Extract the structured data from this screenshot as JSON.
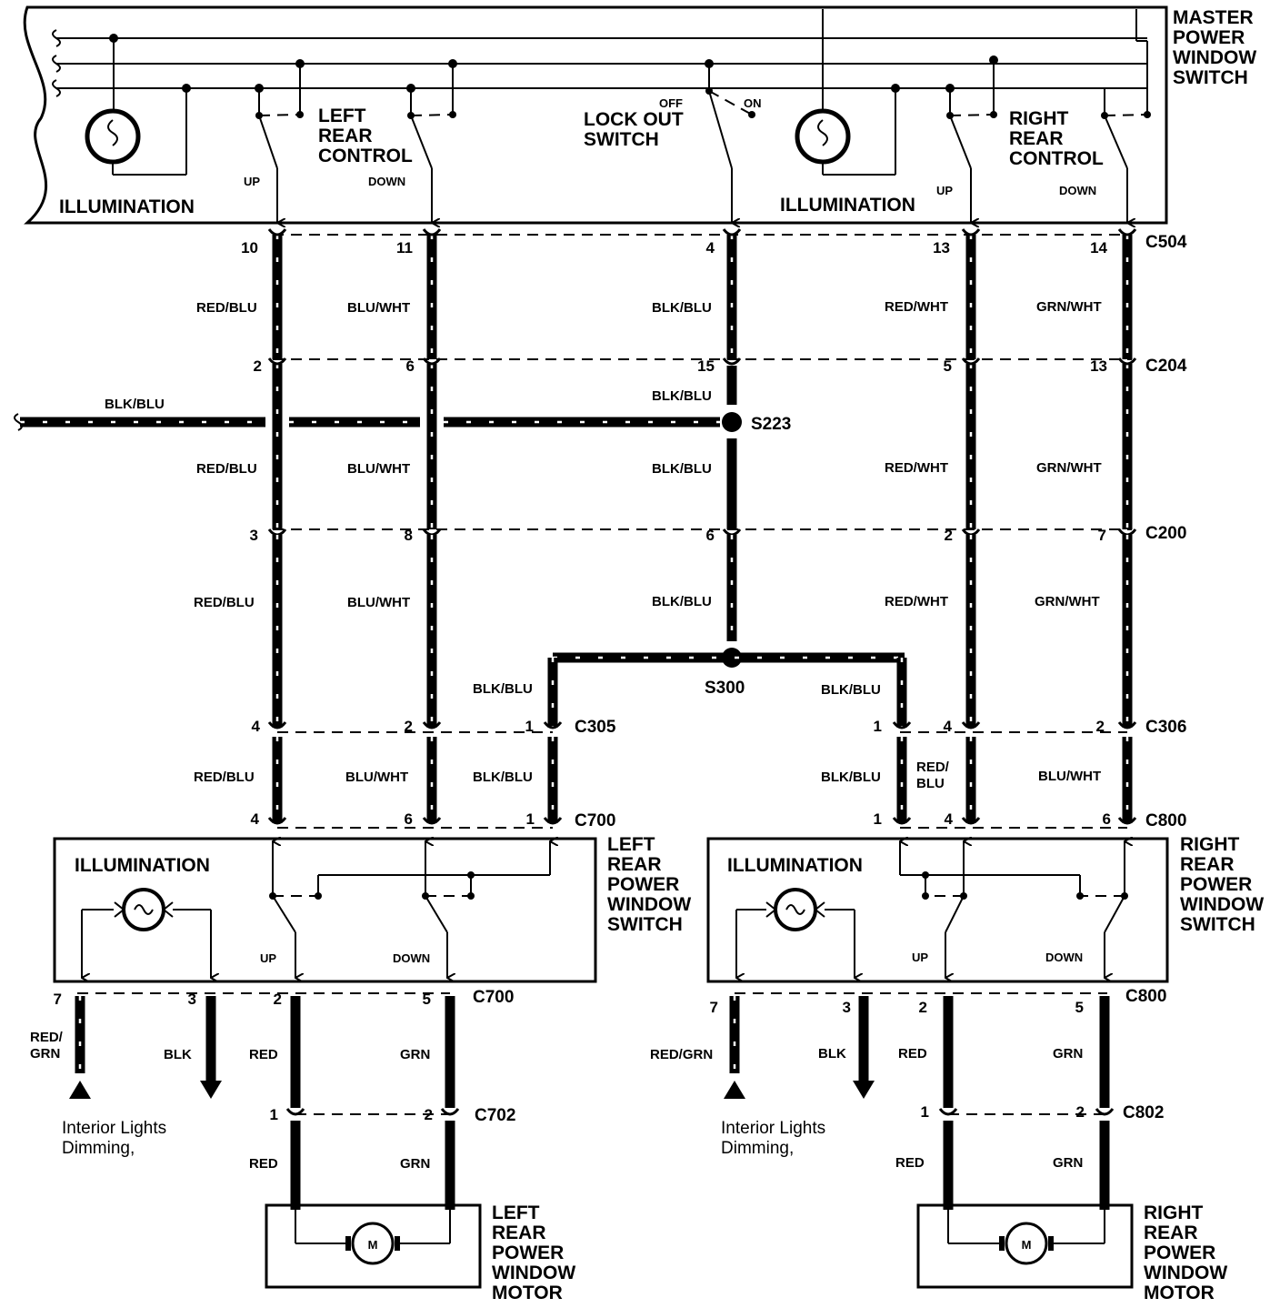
{
  "components": {
    "master_switch": "MASTER\nPOWER\nWINDOW\nSWITCH",
    "left_rear_control": "LEFT\nREAR\nCONTROL",
    "right_rear_control": "RIGHT\nREAR\nCONTROL",
    "lock_out_switch": "LOCK OUT\nSWITCH",
    "lock_off": "OFF",
    "lock_on": "ON",
    "illumination": "ILLUMINATION",
    "up": "UP",
    "down": "DOWN",
    "left_rear_switch": "LEFT\nREAR\nPOWER\nWINDOW\nSWITCH",
    "right_rear_switch": "RIGHT\nREAR\nPOWER\nWINDOW\nSWITCH",
    "left_rear_motor": "LEFT\nREAR\nPOWER\nWINDOW\nMOTOR",
    "right_rear_motor": "RIGHT\nREAR\nPOWER\nWINDOW\nMOTOR",
    "motor_symbol": "M",
    "interior_lights": "Interior Lights\nDimming,"
  },
  "connectors": {
    "C504": "C504",
    "C204": "C204",
    "C200": "C200",
    "C305": "C305",
    "C306": "C306",
    "C700": "C700",
    "C800": "C800",
    "C702": "C702",
    "C802": "C802"
  },
  "splices": {
    "S223": "S223",
    "S300": "S300"
  },
  "wires": {
    "red_blu": "RED/BLU",
    "blu_wht": "BLU/WHT",
    "blk_blu": "BLK/BLU",
    "red_wht": "RED/WHT",
    "grn_wht": "GRN/WHT",
    "red_blu_stacked": "RED/\nBLU",
    "red_grn_stacked": "RED/\nGRN",
    "red_grn": "RED/GRN",
    "blk": "BLK",
    "red": "RED",
    "grn": "GRN"
  },
  "pins": {
    "c504": [
      "10",
      "11",
      "4",
      "13",
      "14"
    ],
    "c204": [
      "2",
      "6",
      "15",
      "5",
      "13"
    ],
    "c200": [
      "3",
      "8",
      "6",
      "2",
      "7"
    ],
    "c305": [
      "4",
      "2",
      "1"
    ],
    "c306": [
      "1",
      "4",
      "2"
    ],
    "c700_top": [
      "4",
      "6",
      "1"
    ],
    "c800_top": [
      "1",
      "4",
      "6"
    ],
    "c700_bottom": [
      "7",
      "3",
      "2",
      "5"
    ],
    "c800_bottom": [
      "7",
      "3",
      "2",
      "5"
    ],
    "c702": [
      "1",
      "2"
    ],
    "c802": [
      "1",
      "2"
    ]
  }
}
